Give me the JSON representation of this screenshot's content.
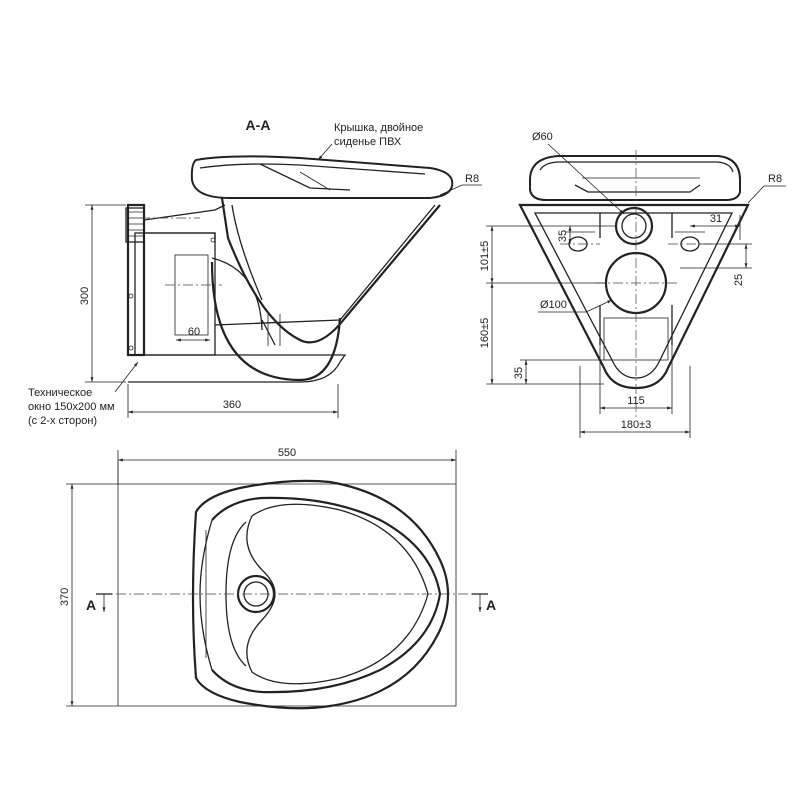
{
  "section_label": "А-А",
  "lid_note": [
    "Крышка, двойное",
    "сиденье ПВХ"
  ],
  "window_note": [
    "Техническое",
    "окно 150х200 мм",
    "(с 2-х сторон)"
  ],
  "side_view": {
    "dim_height": "300",
    "dim_length": "360",
    "dim_inner": "60",
    "radius": "R8"
  },
  "front_view": {
    "radius": "R8",
    "dia_top": "Ø60",
    "dia_mid": "Ø100",
    "dim_101": "101±5",
    "dim_160": "160±5",
    "dim_35_a": "35",
    "dim_35_b": "35",
    "dim_31": "31",
    "dim_25": "25",
    "dim_115": "115",
    "dim_180": "180±3"
  },
  "top_view": {
    "dim_width": "550",
    "dim_depth": "370",
    "section_left": "А",
    "section_right": "А"
  }
}
